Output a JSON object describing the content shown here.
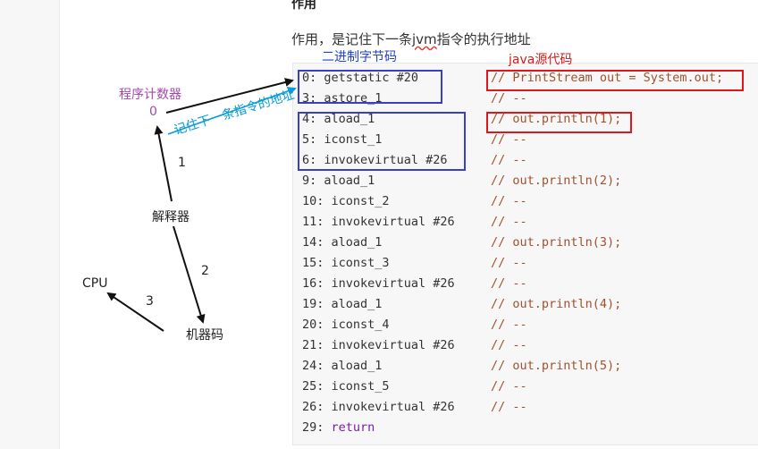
{
  "heading": "作用",
  "intro": {
    "prefix": "作用，是记住下一条",
    "jvm": "jvm",
    "suffix": "指令的执行地址"
  },
  "labels": {
    "bytecode": "二进制字节码",
    "java_source": "java源代码",
    "program_counter": "程序计数器",
    "pc_value": "0",
    "remember_next": "记住下一条指令的地址",
    "interpreter": "解释器",
    "machine_code": "机器码",
    "cpu": "CPU",
    "step1": "1",
    "step2": "2",
    "step3": "3"
  },
  "code": {
    "instructions": [
      "0: getstatic #20",
      "3: astore_1",
      "4: aload_1",
      "5: iconst_1",
      "6: invokevirtual #26",
      "9: aload_1",
      "10: iconst_2",
      "11: invokevirtual #26",
      "14: aload_1",
      "15: iconst_3",
      "16: invokevirtual #26",
      "19: aload_1",
      "20: iconst_4",
      "21: invokevirtual #26",
      "24: aload_1",
      "25: iconst_5",
      "26: invokevirtual #26"
    ],
    "comments": [
      "// PrintStream out = System.out;",
      "// --",
      "// out.println(1);",
      "// --",
      "// --",
      "// out.println(2);",
      "// --",
      "// --",
      "// out.println(3);",
      "// --",
      "// --",
      "// out.println(4);",
      "// --",
      "// --",
      "// out.println(5);",
      "// --",
      "// --"
    ],
    "last_line_no": "29:",
    "last_line_kw": "return"
  },
  "colors": {
    "box_blue": "#3a3fc8",
    "box_red": "#e0161b",
    "arrow_cyan": "#0a9ad6",
    "label_purple": "#a04aa6",
    "comment": "#a0522d"
  }
}
